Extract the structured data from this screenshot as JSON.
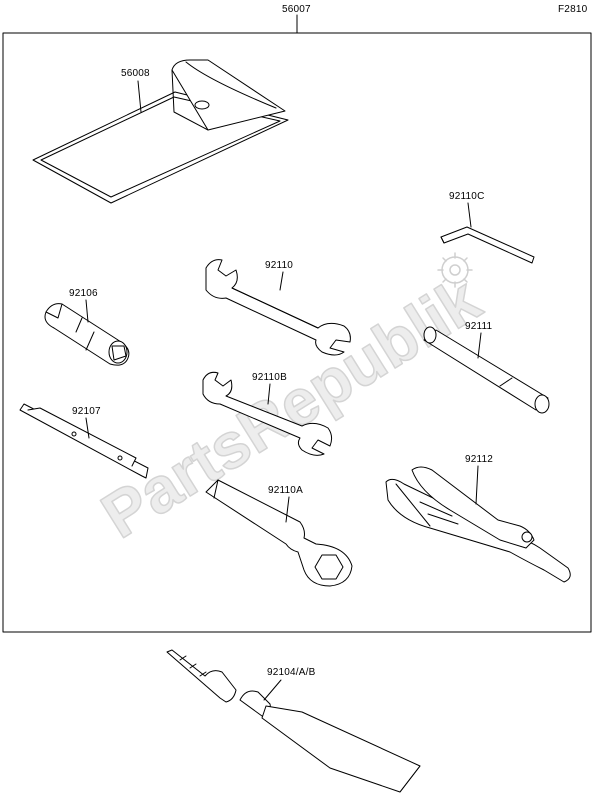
{
  "diagram": {
    "figure_code": "F2810",
    "kit_part": "56007",
    "watermark": "PartsRepublik",
    "parts": [
      {
        "number": "56008"
      },
      {
        "number": "92110C"
      },
      {
        "number": "92110"
      },
      {
        "number": "92106"
      },
      {
        "number": "92111"
      },
      {
        "number": "92110B"
      },
      {
        "number": "92107"
      },
      {
        "number": "92112"
      },
      {
        "number": "92110A"
      },
      {
        "number": "92104/A/B"
      }
    ]
  }
}
